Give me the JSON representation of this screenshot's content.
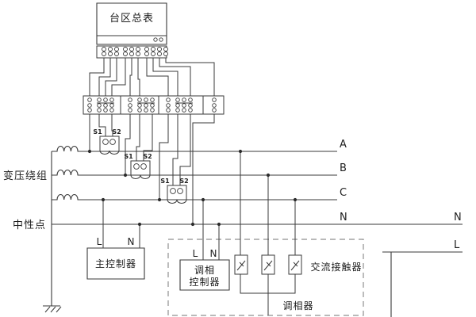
{
  "diagram": {
    "meter": {
      "title": "台区总表"
    },
    "left_labels": {
      "winding": "变压绕组",
      "neutral": "中性点"
    },
    "bus_labels": {
      "a": "A",
      "b": "B",
      "c": "C",
      "n": "N",
      "n_right": "N",
      "l_right": "L"
    },
    "ct_labels": {
      "s1": "S1",
      "s2": "S2"
    },
    "main_controller": {
      "label": "主控制器",
      "l": "L",
      "n": "N"
    },
    "phase_controller": {
      "label_line1": "调相",
      "label_line2": "控制器",
      "l": "L",
      "n": "N"
    },
    "contactor_label": "交流接触器",
    "phase_modulator_label": "调相器",
    "colors": {
      "line": "#3a3a3a",
      "dashed_box": "#8f8f8f",
      "background": "#ffffff",
      "text": "#1e1e1e"
    }
  }
}
